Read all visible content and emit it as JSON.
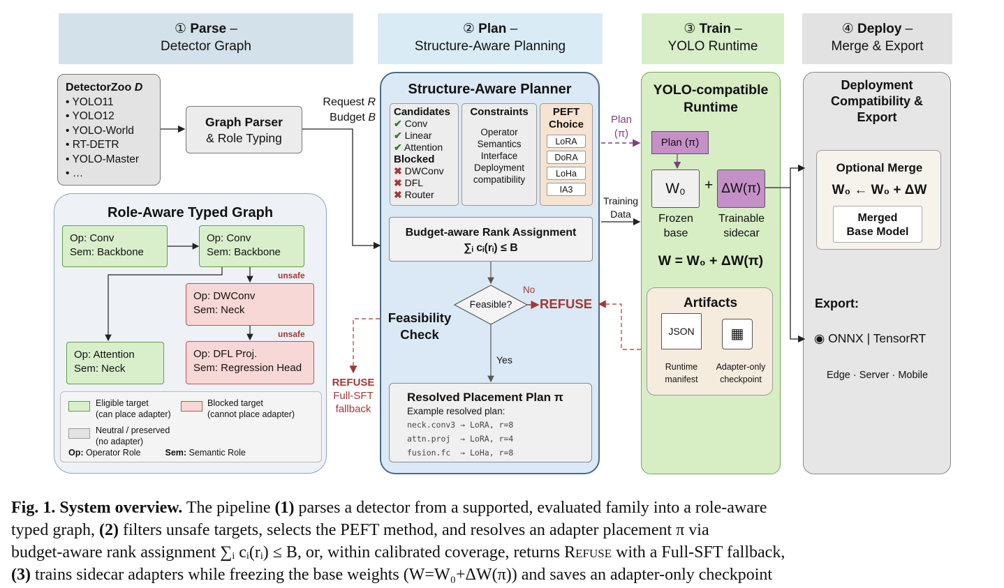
{
  "headers": [
    {
      "num": "①",
      "bold": "Parse",
      "dash": " –",
      "sub": "Detector Graph",
      "bg": "#d3e1ea"
    },
    {
      "num": "②",
      "bold": "Plan",
      "dash": " –",
      "sub": "Structure-Aware Planning",
      "bg": "#d9ecf6"
    },
    {
      "num": "③",
      "bold": "Train",
      "dash": " –",
      "sub": "YOLO Runtime",
      "bg": "#d8eec8"
    },
    {
      "num": "④",
      "bold": "Deploy",
      "dash": " –",
      "sub": "Merge & Export",
      "bg": "#e2e2e2"
    }
  ],
  "zoo": {
    "title": "DetectorZoo",
    "title_var": "D",
    "items": [
      "• YOLO11",
      "• YOLO12",
      "• YOLO-World",
      "• RT-DETR",
      "• YOLO-Master",
      "• …"
    ]
  },
  "parser": {
    "line1": "Graph Parser",
    "line2": "& Role Typing"
  },
  "request": {
    "line1": "Request",
    "var1": "R",
    "line2": "Budget",
    "var2": "B"
  },
  "typed_graph": {
    "title": "Role-Aware Typed Graph",
    "n1": {
      "op": "Op: Conv",
      "sem": "Sem: Backbone"
    },
    "n2": {
      "op": "Op: Conv",
      "sem": "Sem: Backbone"
    },
    "n3": {
      "op": "Op: DWConv",
      "sem": "Sem: Neck"
    },
    "n4": {
      "op": "Op: Attention",
      "sem": "Sem: Neck"
    },
    "n5": {
      "op": "Op: DFL Proj.",
      "sem": "Sem: Regression Head"
    },
    "unsafe1": "unsafe",
    "unsafe2": "unsafe",
    "legend": {
      "eligible1": "Eligible target",
      "eligible2": "(can place adapter)",
      "blocked1": "Blocked target",
      "blocked2": "(cannot place adapter)",
      "neutral1": "Neutral / preserved",
      "neutral2": "(no adapter)",
      "op_b": "Op:",
      "op_t": " Operator Role",
      "sem_b": "Sem:",
      "sem_t": " Semantic Role"
    }
  },
  "planner": {
    "title": "Structure-Aware Planner",
    "candidates_title": "Candidates",
    "candidates": [
      "Conv",
      "Linear",
      "Attention"
    ],
    "blocked_title": "Blocked",
    "blocked": [
      "DWConv",
      "DFL",
      "Router"
    ],
    "constraints_title": "Constraints",
    "constraints": [
      "Operator",
      "Semantics",
      "Interface",
      "Deployment",
      "compatibility"
    ],
    "peft_title1": "PEFT",
    "peft_title2": "Choice",
    "peft": [
      "LoRA",
      "DoRA",
      "LoHa",
      "IA3"
    ],
    "budget_title": "Budget-aware Rank Assignment",
    "budget_formula": "∑ᵢ cᵢ(rᵢ) ≤ B",
    "feasible": "Feasible?",
    "no": "No",
    "yes": "Yes",
    "refuse": "REFUSE",
    "feas_check1": "Feasibility",
    "feas_check2": "Check",
    "plan_title": "Resolved Placement Plan π",
    "plan_sub": "Example resolved plan:",
    "plan_lines": [
      "neck.conv3 → LoRA, r=8",
      "attn.proj  → LoRA, r=4",
      "fusion.fc  → LoHa, r=8"
    ]
  },
  "fallback": {
    "l1": "REFUSE",
    "l2": "Full-SFT",
    "l3": "fallback"
  },
  "plan_arrow": {
    "l1": "Plan",
    "l2": "(π)"
  },
  "training_data": {
    "l1": "Training",
    "l2": "Data"
  },
  "runtime": {
    "title1": "YOLO-compatible",
    "title2": "Runtime",
    "plan_box": "Plan (π)",
    "w0": "W₀",
    "plus": "+",
    "dw": "ΔW(π)",
    "frozen1": "Frozen",
    "frozen2": "base",
    "trainable1": "Trainable",
    "trainable2": "sidecar",
    "equation": "W = W₀ + ΔW(π)",
    "artifacts_title": "Artifacts",
    "json": "JSON",
    "manifest1": "Runtime",
    "manifest2": "manifest",
    "ckpt_icon": "▦",
    "ckpt1": "Adapter-only",
    "ckpt2": "checkpoint"
  },
  "deploy": {
    "title1": "Deployment",
    "title2": "Compatibility &",
    "title3": "Export",
    "merge_title": "Optional Merge",
    "merge_eq": "W₀ ← W₀ + ΔW",
    "merged1": "Merged",
    "merged2": "Base Model",
    "export_title": "Export:",
    "export_fmt": "ONNX | TensorRT",
    "targets": "Edge · Server · Mobile"
  },
  "caption": {
    "fig": "Fig. 1.",
    "title": "System overview.",
    "t1": " The pipeline ",
    "s1": "(1)",
    "t2": " parses a detector from a supported, evaluated family into a role-aware",
    "line2a": "typed graph, ",
    "s2": "(2)",
    "line2b": " filters unsafe targets, selects the PEFT method, and resolves an adapter placement π via",
    "line3a": "budget-aware rank assignment ∑ᵢ cᵢ(rᵢ) ≤ B, or, within calibrated coverage, returns ",
    "refuse_sc": "Refuse",
    "line3b": " with a Full-SFT fallback,",
    "s3": "(3)",
    "line4": " trains sidecar adapters while freezing the base weights (W=W₀+ΔW(π)) and saves an adapter-only checkpoint"
  },
  "colors": {
    "green": "#d9efcc",
    "red": "#f8d8d6",
    "blue_panel": "#dbe9f6",
    "green_panel": "#d7edc4",
    "grey_panel": "#e6e6e6",
    "purple": "#c590c8",
    "refuse": "#a23838"
  }
}
